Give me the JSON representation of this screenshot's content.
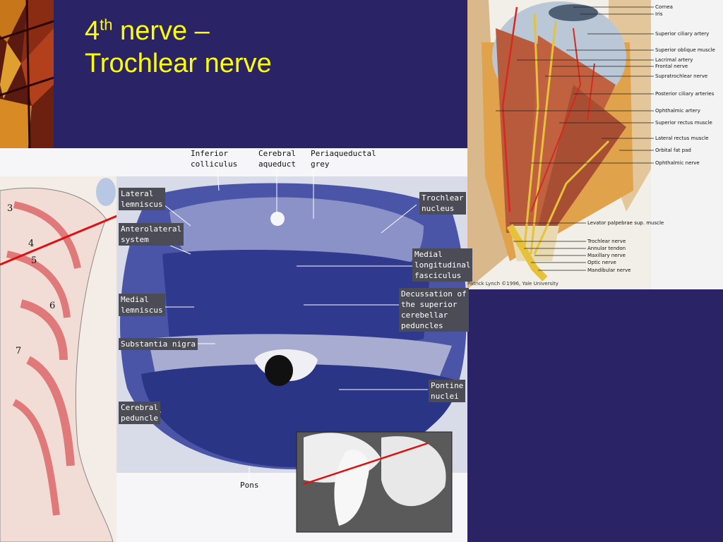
{
  "slide": {
    "title_number": "4",
    "title_suffix": "th",
    "title_rest": " nerve –",
    "title_line2": "Trochlear nerve"
  },
  "eye_labels": [
    "Cornea",
    "Iris",
    "Superior ciliary artery",
    "Superior oblique muscle",
    "Lacrimal artery",
    "Frontal nerve",
    "Supratrochlear nerve",
    "Posterior ciliary arteries",
    "Ophthalmic artery",
    "Superior rectus muscle",
    "Lateral rectus muscle",
    "Orbital fat pad",
    "Ophthalmic nerve",
    "Levator palpebrae sup. muscle",
    "Trochlear nerve",
    "Annular tendon",
    "Maxillary nerve",
    "Optic nerve",
    "Mandibular nerve"
  ],
  "eye_credit": "Patrick Lynch ©1996, Yale University",
  "brain_labels": {
    "inferior_colliculus": "Inferior\ncolliculus",
    "cerebral_aqueduct": "Cerebral\naqueduct",
    "periaqueductal_grey": "Periaqueductal\ngrey",
    "trochlear_nucleus": "Trochlear\nnucleus",
    "lateral_lemniscus": "Lateral\nlemniscus",
    "anterolateral_system": "Anterolateral\nsystem",
    "medial_longitudinal_fasciculus": "Medial\nlongitudinal\nfasciculus",
    "decussation": "Decussation of\nthe superior\ncerebellar\npeduncles",
    "medial_lemniscus": "Medial\nlemniscus",
    "substantia_nigra": "Substantia nigra",
    "pontine_nuclei": "Pontine\nnuclei",
    "cerebral_peduncle": "Cerebral\npeduncle",
    "pons": "Pons"
  },
  "nerve_numbers": [
    "3",
    "4",
    "5",
    "6",
    "7"
  ],
  "colors": {
    "background": "#2a2467",
    "title": "#ffff00",
    "stain": "#2f3a8f",
    "nerve": "#e6c23a",
    "artery": "#d42a20",
    "muscle": "#b85a3c"
  }
}
